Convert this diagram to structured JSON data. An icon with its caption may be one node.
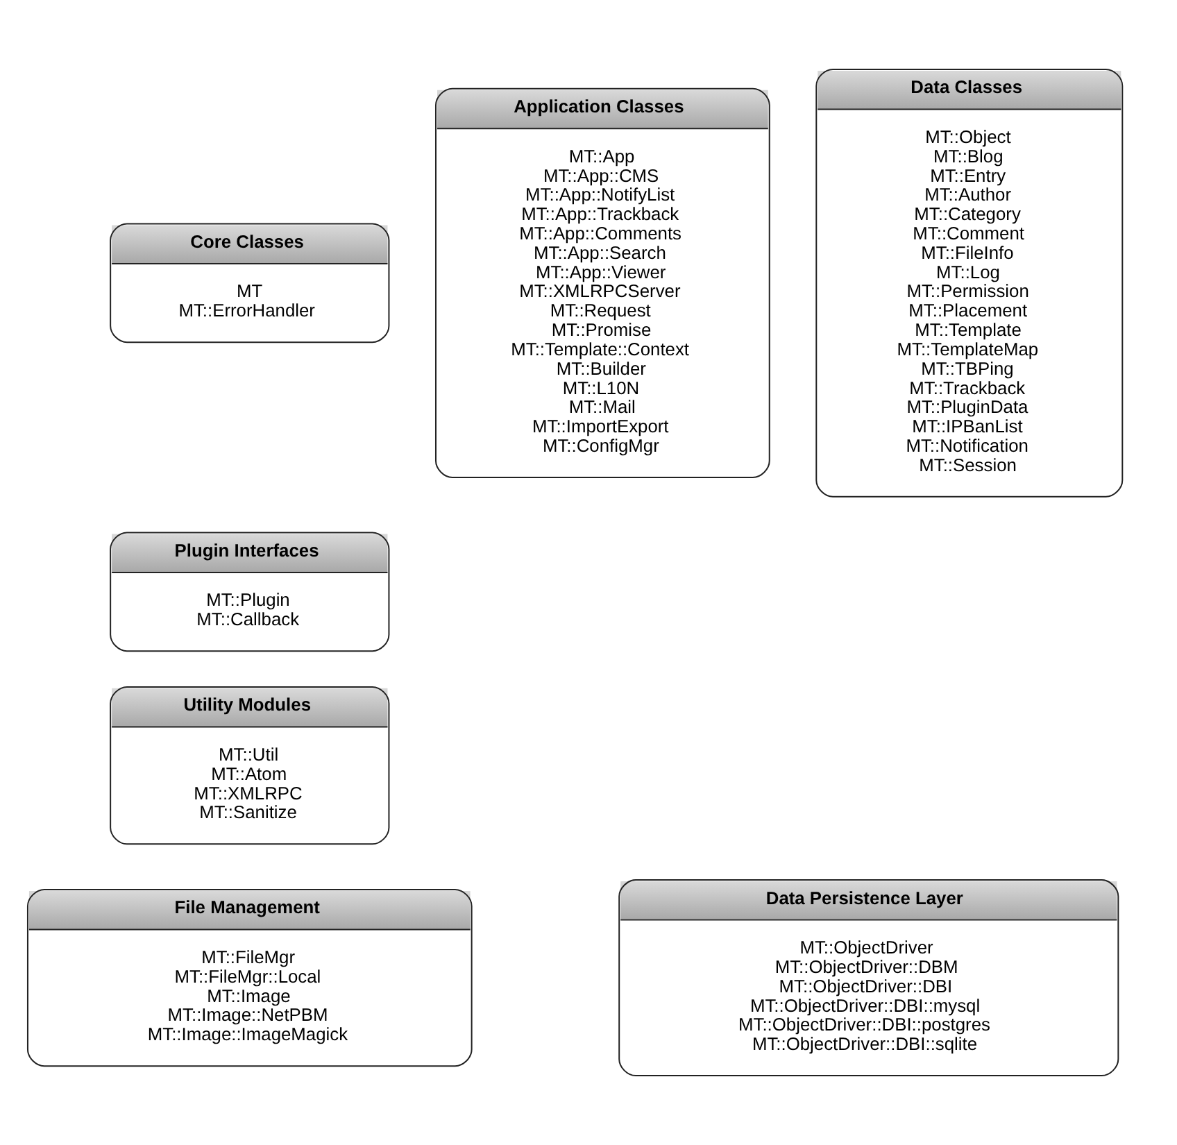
{
  "diagram": {
    "nodes": [
      {
        "text": [
          "Core Classes",
          "MT",
          "MT::ErrorHandler"
        ]
      },
      {
        "text": [
          "Application Classes",
          "MT::App",
          "MT::App::CMS",
          "MT::App::NotifyList",
          "MT::App::Trackback",
          "MT::App::Comments",
          "MT::App::Search",
          "MT::App::Viewer",
          "MT::XMLRPCServer",
          "MT::Request",
          "MT::Promise",
          "MT::Template::Context",
          "MT::Builder",
          "MT::L10N",
          "MT::Mail",
          "MT::ImportExport",
          "MT::ConfigMgr"
        ]
      },
      {
        "text": [
          "Data Classes",
          "MT::Object",
          "MT::Blog",
          "MT::Entry",
          "MT::Author",
          "MT::Category",
          "MT::Comment",
          "MT::FileInfo",
          "MT::Log",
          "MT::Permission",
          "MT::Placement",
          "MT::Template",
          "MT::TemplateMap",
          "MT::TBPing",
          "MT::Trackback",
          "MT::PluginData",
          "MT::IPBanList",
          "MT::Notification",
          "MT::Session"
        ]
      },
      {
        "text": [
          "Plugin Interfaces",
          "MT::Plugin",
          "MT::Callback"
        ]
      },
      {
        "text": [
          "Utility Modules",
          "MT::Util",
          "MT::Atom",
          "MT::XMLRPC",
          "MT::Sanitize"
        ]
      },
      {
        "text": [
          "File Management",
          "MT::FileMgr",
          "MT::FileMgr::Local",
          "MT::Image",
          "MT::Image::NetPBM",
          "MT::Image::ImageMagick"
        ]
      },
      {
        "text": [
          "Data Persistence Layer",
          "MT::ObjectDriver",
          "MT::ObjectDriver::DBM",
          "MT::ObjectDriver::DBI",
          "MT::ObjectDriver::DBI::mysql",
          "MT::ObjectDriver::DBI::postgres",
          "MT::ObjectDriver::DBI::sqlite"
        ]
      }
    ]
  }
}
